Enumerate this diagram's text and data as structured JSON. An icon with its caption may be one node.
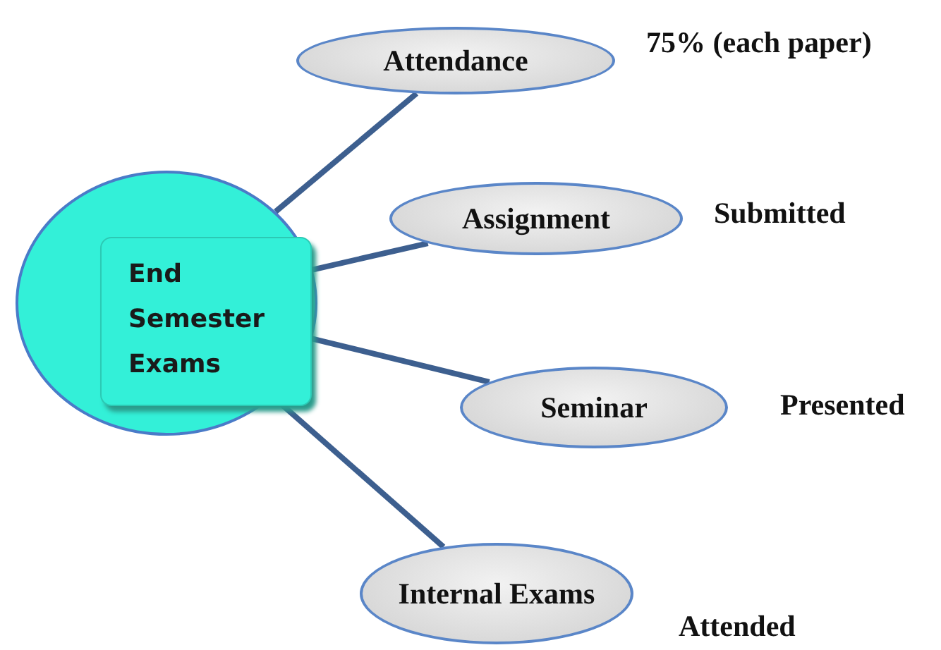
{
  "diagram": {
    "nodes": [
      {
        "text": [
          "End Semester Exams"
        ]
      },
      {
        "text": [
          "Attendance"
        ],
        "beside": [
          "75% (each paper)"
        ]
      },
      {
        "text": [
          "Assignment"
        ],
        "beside": [
          "Submitted"
        ]
      },
      {
        "text": [
          "Seminar"
        ],
        "beside": [
          "Presented"
        ]
      },
      {
        "text": [
          "Internal Exams"
        ],
        "beside": [
          "Attended"
        ]
      }
    ],
    "edges": [
      {
        "from": 0,
        "to": 1,
        "arrow": "none"
      },
      {
        "from": 0,
        "to": 2,
        "arrow": "none"
      },
      {
        "from": 0,
        "to": 3,
        "arrow": "none"
      },
      {
        "from": 0,
        "to": 4,
        "arrow": "none"
      }
    ]
  }
}
